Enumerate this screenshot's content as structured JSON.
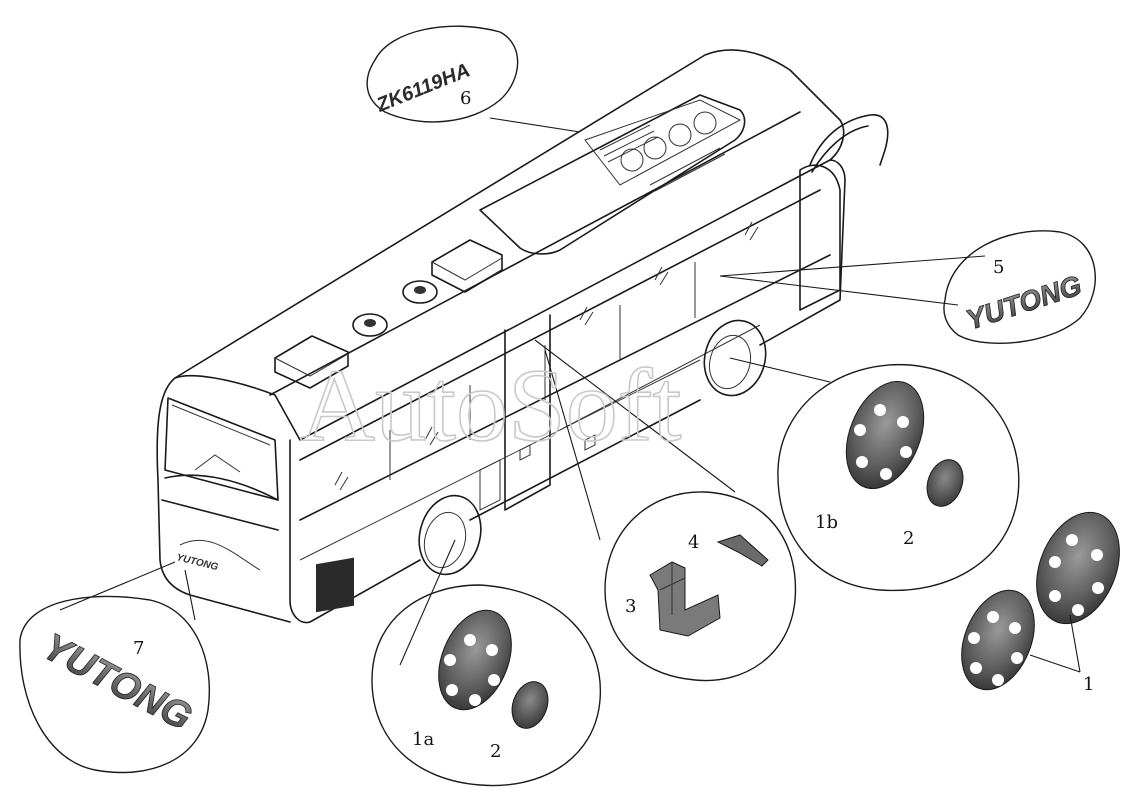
{
  "watermark": "AutoSoft",
  "emblems": {
    "model_badge": "ZK6119HA",
    "brand_right": "YUTONG",
    "brand_left": "YUTONG"
  },
  "callouts": {
    "c1": "1",
    "c1a": "1a",
    "c1b": "1b",
    "c2_left": "2",
    "c2_right": "2",
    "c3": "3",
    "c4": "4",
    "c5": "5",
    "c6": "6",
    "c7": "7"
  },
  "colors": {
    "line": "#1a1a1a",
    "watermark": "#c9c9c9",
    "hubcap_shade": "#5a5a5a"
  }
}
